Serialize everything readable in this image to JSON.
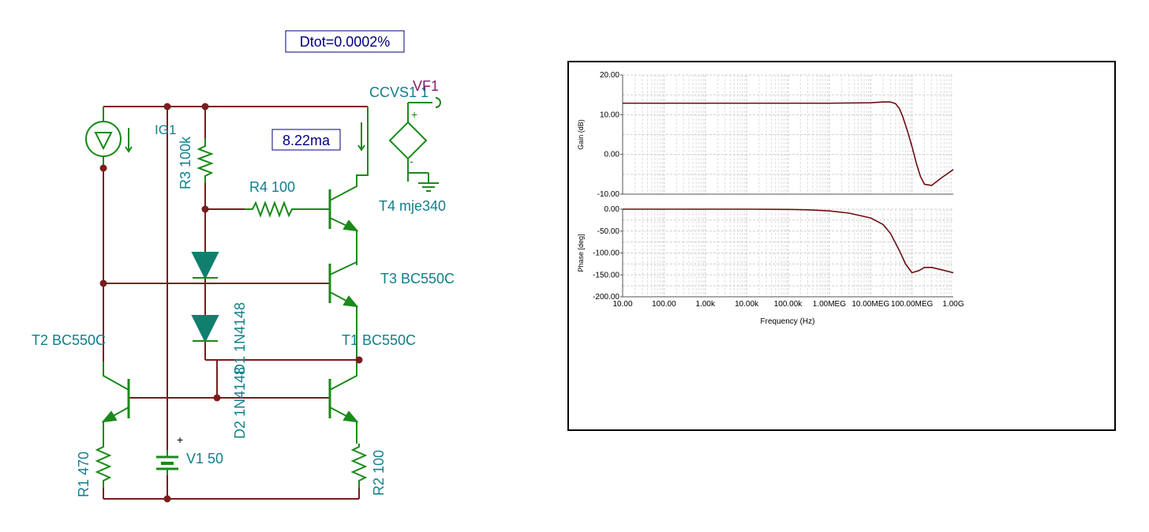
{
  "schematic": {
    "dtot_box": "Dtot=0.0002%",
    "current_box": "8.22ma",
    "labels": {
      "ccvs": "CCVS1 1",
      "vf": "VF1",
      "ig": "IG1",
      "r3": "R3 100k",
      "r4": "R4 100",
      "t4": "T4 mje340",
      "t3": "T3 BC550C",
      "t2": "T2 BC550C",
      "t1": "T1 BC550C",
      "d1": "D1 1N4148",
      "d2": "D2 1N4148",
      "r1": "R1 470",
      "r2": "R2 100",
      "v1": "V1 50",
      "plus": "+",
      "minus": "-"
    },
    "colors": {
      "wire": "#7a1c1c",
      "component": "#1a8a1a",
      "label": "#117f8b",
      "probe_label": "#8b1a6e",
      "diode_fill": "#117f6e",
      "box_text": "#000080"
    }
  },
  "chart_data": [
    {
      "type": "line",
      "xscale": "log",
      "xlim": [
        10,
        1000000000
      ],
      "ylim": [
        -10,
        20
      ],
      "ylabel": "Gain (dB)",
      "xlabel": "",
      "y_ticks": [
        "20.00",
        "10.00",
        "0.00",
        "-10.00"
      ],
      "grid": true,
      "series": [
        {
          "x": [
            10,
            100,
            1000,
            10000,
            100000,
            1000000,
            10000000,
            20000000,
            30000000,
            40000000,
            50000000,
            60000000,
            80000000,
            100000000,
            130000000,
            160000000,
            200000000,
            300000000,
            500000000,
            1000000000
          ],
          "values": [
            12.9,
            12.9,
            12.9,
            12.9,
            12.9,
            12.9,
            13.0,
            13.2,
            13.2,
            12.8,
            11.5,
            9.5,
            5.5,
            2.0,
            -2.5,
            -5.5,
            -7.5,
            -7.8,
            -6.0,
            -3.8
          ]
        }
      ],
      "line_color": "#6b0f0f"
    },
    {
      "type": "line",
      "xscale": "log",
      "xlim": [
        10,
        1000000000
      ],
      "ylim": [
        -200,
        0
      ],
      "ylabel": "Phase [deg]",
      "xlabel": "Frequency (Hz)",
      "x_ticks": [
        "10.00",
        "100.00",
        "1.00k",
        "10.00k",
        "100.00k",
        "1.00MEG",
        "10.00MEG",
        "100.00MEG",
        "1.00G"
      ],
      "y_ticks": [
        "0.00",
        "-50.00",
        "-100.00",
        "-150.00",
        "-200.00"
      ],
      "grid": true,
      "series": [
        {
          "x": [
            10,
            100,
            1000,
            10000,
            100000,
            300000,
            1000000,
            3000000,
            10000000,
            20000000,
            30000000,
            50000000,
            70000000,
            100000000,
            150000000,
            200000000,
            300000000,
            500000000,
            1000000000
          ],
          "values": [
            0,
            0,
            0,
            0,
            -0.5,
            -1.5,
            -4,
            -9,
            -20,
            -35,
            -55,
            -95,
            -125,
            -145,
            -140,
            -133,
            -133,
            -138,
            -145
          ]
        }
      ],
      "line_color": "#6b0f0f"
    }
  ]
}
